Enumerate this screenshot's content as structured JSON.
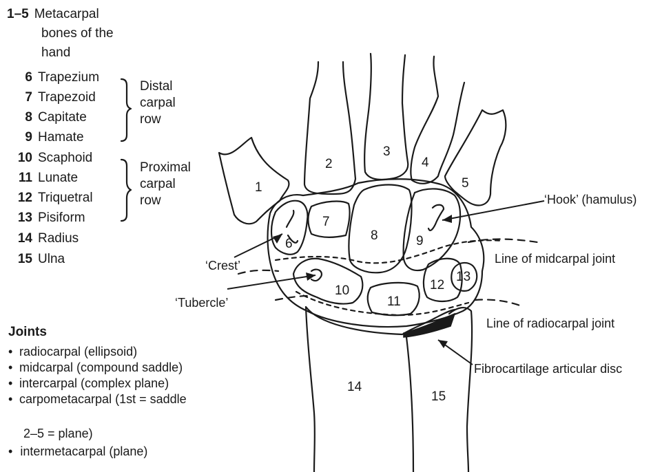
{
  "legend": {
    "metacarpal_num": "1–5",
    "metacarpal_text_lines": [
      "Metacarpal",
      "bones of the",
      "hand"
    ],
    "bones": [
      {
        "num": "6",
        "name": "Trapezium"
      },
      {
        "num": "7",
        "name": "Trapezoid"
      },
      {
        "num": "8",
        "name": "Capitate"
      },
      {
        "num": "9",
        "name": "Hamate"
      },
      {
        "num": "10",
        "name": "Scaphoid"
      },
      {
        "num": "11",
        "name": "Lunate"
      },
      {
        "num": "12",
        "name": "Triquetral"
      },
      {
        "num": "13",
        "name": "Pisiform"
      },
      {
        "num": "14",
        "name": "Radius"
      },
      {
        "num": "15",
        "name": "Ulna"
      }
    ],
    "distal_group": [
      "Distal",
      "carpal",
      "row"
    ],
    "proximal_group": [
      "Proximal",
      "carpal",
      "row"
    ]
  },
  "joints": {
    "title": "Joints",
    "items": [
      "radiocarpal (ellipsoid)",
      "midcarpal (compound saddle)",
      "intercarpal (complex plane)",
      "carpometacarpal (1st = saddle",
      "intermetacarpal (plane)"
    ],
    "continuation": "2–5 = plane)"
  },
  "bone_numbers": [
    "1",
    "2",
    "3",
    "4",
    "5",
    "6",
    "7",
    "8",
    "9",
    "10",
    "11",
    "12",
    "13",
    "14",
    "15"
  ],
  "callouts": {
    "hook": "‘Hook’ (hamulus)",
    "crest": "‘Crest’",
    "tubercle": "‘Tubercle’",
    "midcarpal_line": "Line of midcarpal joint",
    "radiocarpal_line": "Line of radiocarpal joint",
    "disc": "Fibrocartilage articular disc"
  }
}
